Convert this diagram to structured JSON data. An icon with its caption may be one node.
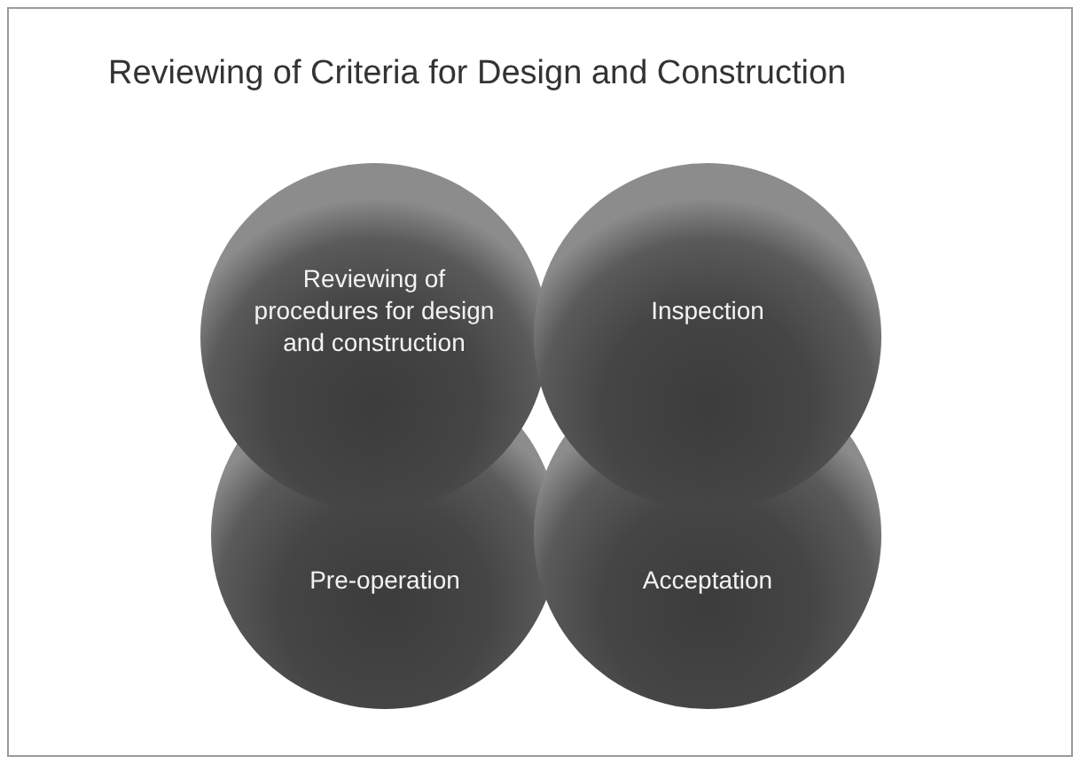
{
  "diagram": {
    "title": "Reviewing of Criteria for Design and Construction",
    "nodes": [
      {
        "text": [
          "Reviewing of procedures for design and construction"
        ]
      },
      {
        "text": [
          "Inspection"
        ]
      },
      {
        "text": [
          "Pre-operation"
        ]
      },
      {
        "text": [
          "Acceptation"
        ]
      }
    ],
    "edges": []
  }
}
